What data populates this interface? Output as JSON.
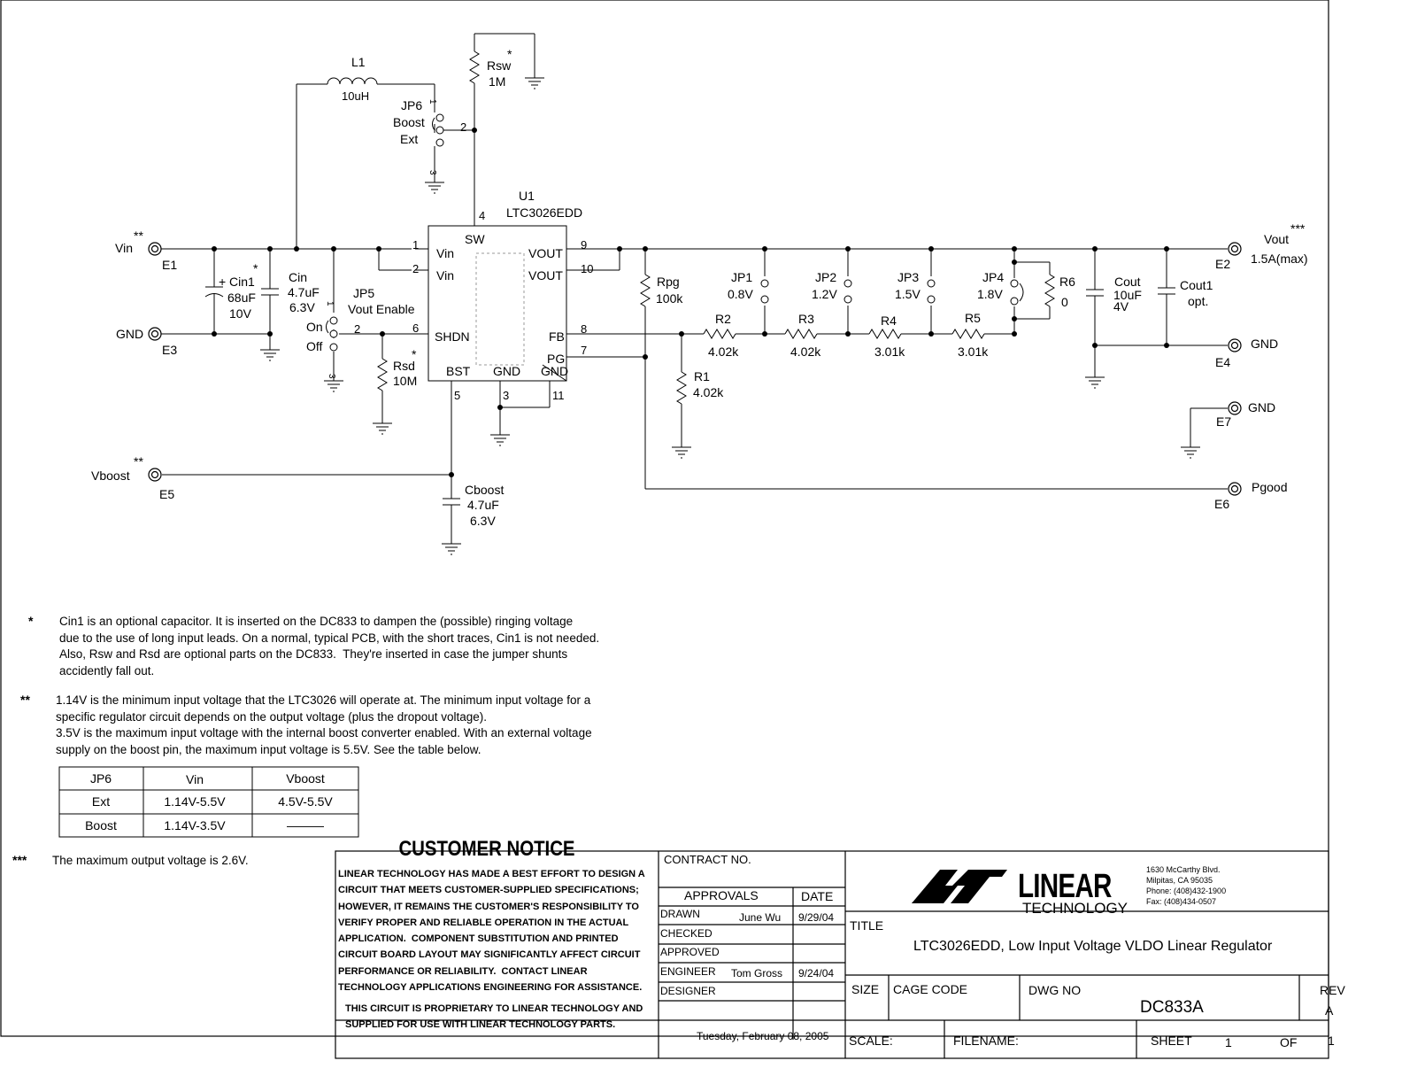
{
  "labels": {
    "L1": "L1",
    "L1_val": "10uH",
    "Rsw": "Rsw",
    "Rsw_val": "1M",
    "Rsw_star": "*",
    "JP6": "JP6",
    "JP6_a": "Boost",
    "JP6_b": "Ext",
    "pin1": "1",
    "pin2": "2",
    "pin3": "3",
    "U1": "U1",
    "U1_part": "LTC3026EDD",
    "ic_sw": "SW",
    "ic_vin": "Vin",
    "ic_vout": "VOUT",
    "ic_shdn": "SHDN",
    "ic_fb": "FB",
    "ic_pg": "PG",
    "ic_bst": "BST",
    "ic_gnd": "GND",
    "p4": "4",
    "p1": "1",
    "p2": "2",
    "p6": "6",
    "p9": "9",
    "p10": "10",
    "p8": "8",
    "p7": "7",
    "p5": "5",
    "p3": "3",
    "p11": "11",
    "Vin": "Vin",
    "Vin_stars": "**",
    "E1": "E1",
    "GND": "GND",
    "E3": "E3",
    "Cin1": "Cin1",
    "Cin1_star": "*",
    "Cin1_v1": "68uF",
    "Cin1_v2": "10V",
    "plus": "+",
    "Cin": "Cin",
    "Cin_v1": "4.7uF",
    "Cin_v2": "6.3V",
    "JP5": "JP5",
    "JP5_desc": "Vout Enable",
    "On": "On",
    "Off": "Off",
    "Rsd": "Rsd",
    "Rsd_val": "10M",
    "Rsd_star": "*",
    "Vboost": "Vboost",
    "Vboost_stars": "**",
    "E5": "E5",
    "Cboost": "Cboost",
    "Cboost_v1": "4.7uF",
    "Cboost_v2": "6.3V",
    "Rpg": "Rpg",
    "Rpg_val": "100k",
    "R1": "R1",
    "R1_val": "4.02k",
    "JP1": "JP1",
    "JP1_v": "0.8V",
    "JP2": "JP2",
    "JP2_v": "1.2V",
    "JP3": "JP3",
    "JP3_v": "1.5V",
    "JP4": "JP4",
    "JP4_v": "1.8V",
    "R2": "R2",
    "R2_v": "4.02k",
    "R3": "R3",
    "R3_v": "4.02k",
    "R4": "R4",
    "R4_v": "3.01k",
    "R5": "R5",
    "R5_v": "3.01k",
    "R6": "R6",
    "R6_v": "0",
    "Cout": "Cout",
    "Cout_v1": "10uF",
    "Cout_v2": "4V",
    "Cout1": "Cout1",
    "Cout1_v": "opt.",
    "Vout": "Vout",
    "Vout_stars": "***",
    "Vout_max": "1.5A(max)",
    "E2": "E2",
    "GND_E4": "GND",
    "E4": "E4",
    "GND_E7": "GND",
    "E7": "E7",
    "Pgood": "Pgood",
    "E6": "E6"
  },
  "notes": {
    "star1": "*",
    "note1": "Cin1 is an optional capacitor. It is inserted on the DC833 to dampen the (possible) ringing voltage\ndue to the use of long input leads. On a normal, typical PCB, with the short traces, Cin1 is not needed.\nAlso, Rsw and Rsd are optional parts on the DC833.  They're inserted in case the jumper shunts\naccidently fall out.",
    "star2": "**",
    "note2": "1.14V is the minimum input voltage that the LTC3026 will operate at. The minimum input voltage for a\nspecific regulator circuit depends on the output voltage (plus the dropout voltage).\n3.5V is the maximum input voltage with the internal boost converter enabled. With an external voltage\nsupply on the boost pin, the maximum input voltage is 5.5V. See the table below.",
    "star3": "***",
    "note3": "The maximum output voltage is 2.6V."
  },
  "table": {
    "headers": [
      "JP6",
      "Vin",
      "Vboost"
    ],
    "rows": [
      [
        "Ext",
        "1.14V-5.5V",
        "4.5V-5.5V"
      ],
      [
        "Boost",
        "1.14V-3.5V",
        "———"
      ]
    ]
  },
  "title_block": {
    "customer_notice": "CUSTOMER NOTICE",
    "notice_body": "LINEAR TECHNOLOGY HAS MADE A BEST EFFORT TO DESIGN A\nCIRCUIT THAT MEETS CUSTOMER-SUPPLIED SPECIFICATIONS;\nHOWEVER, IT REMAINS THE CUSTOMER'S RESPONSIBILITY TO\nVERIFY PROPER AND RELIABLE OPERATION IN THE ACTUAL\nAPPLICATION.  COMPONENT SUBSTITUTION AND PRINTED\nCIRCUIT BOARD LAYOUT MAY SIGNIFICANTLY AFFECT CIRCUIT\nPERFORMANCE OR RELIABILITY.  CONTACT LINEAR\nTECHNOLOGY APPLICATIONS ENGINEERING FOR ASSISTANCE.",
    "proprietary": "THIS CIRCUIT IS PROPRIETARY TO LINEAR TECHNOLOGY AND\nSUPPLIED FOR USE WITH LINEAR TECHNOLOGY PARTS.",
    "contract_no": "CONTRACT NO.",
    "approvals": "APPROVALS",
    "date": "DATE",
    "drawn": "DRAWN",
    "drawn_by": "June Wu",
    "drawn_date": "9/29/04",
    "checked": "CHECKED",
    "approved": "APPROVED",
    "engineer": "ENGINEER",
    "engineer_name": "Tom Gross",
    "engineer_date": "9/24/04",
    "designer": "DESIGNER",
    "print_date": "Tuesday, February 08, 2005",
    "company_logo_text": "LINEAR",
    "company_sub": "TECHNOLOGY",
    "address1": "1630 McCarthy Blvd.",
    "address2": "Milpitas, CA 95035",
    "phone": "Phone: (408)432-1900",
    "fax": "Fax: (408)434-0507",
    "title_label": "TITLE",
    "title": "LTC3026EDD, Low Input Voltage VLDO Linear Regulator",
    "size": "SIZE",
    "cage_code": "CAGE CODE",
    "dwg_no": "DWG NO",
    "dwg_value": "DC833A",
    "rev": "REV",
    "rev_value": "A",
    "scale": "SCALE:",
    "filename": "FILENAME:",
    "sheet": "SHEET",
    "sheet_num": "1",
    "of": "OF",
    "sheet_total": "1"
  }
}
